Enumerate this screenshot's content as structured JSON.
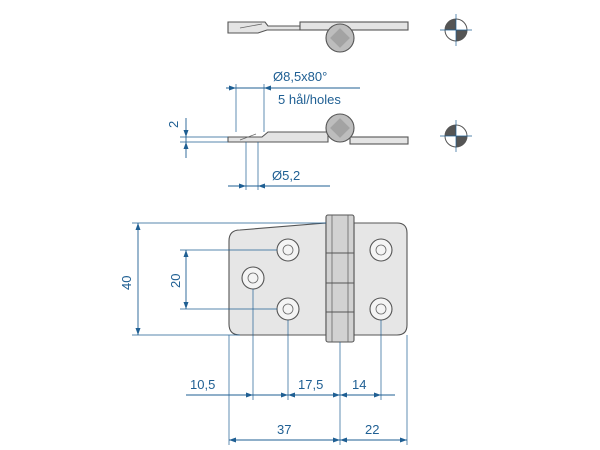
{
  "drawing": {
    "colors": {
      "dimension": "#1f5f93",
      "part_fill": "#e6e6e6",
      "part_outline": "#555555",
      "knuckle_fill": "#bdbdbd"
    },
    "callouts": {
      "countersink": "Ø8,5x80°",
      "holes": "5 hål/holes",
      "hole_diameter": "Ø5,2",
      "thickness": "2"
    },
    "dimensions": {
      "height_total": "40",
      "hole_spacing_vertical": "20",
      "offset_left": "10,5",
      "offset_mid": "17,5",
      "offset_right": "14",
      "leaf_left_width": "37",
      "leaf_right_width": "22"
    },
    "icons": {
      "projection_top": "first-angle-projection-symbol",
      "projection_side": "first-angle-projection-symbol"
    }
  }
}
